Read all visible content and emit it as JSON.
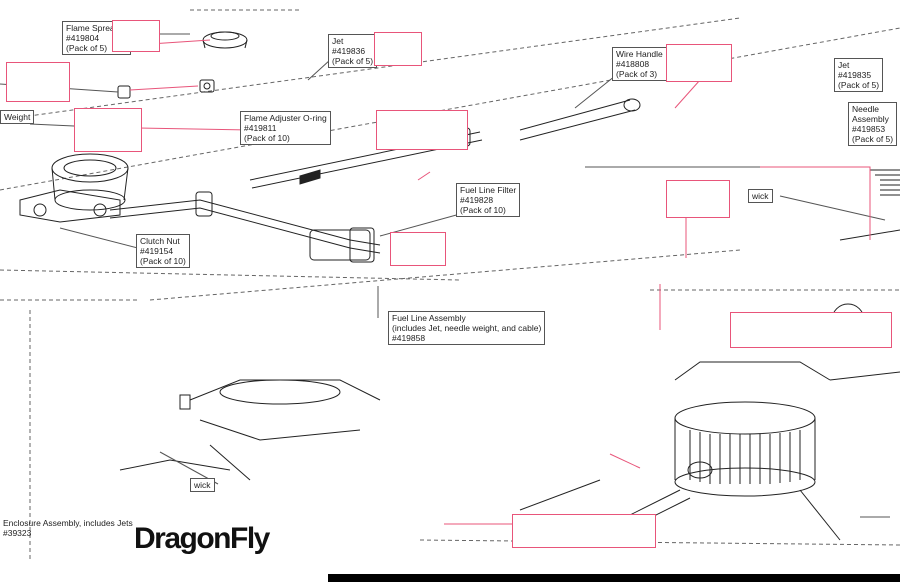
{
  "brand": {
    "logo_text": "DragonFly",
    "accent_color": "#e8557a"
  },
  "labels": {
    "flame_spreader": {
      "title": "Flame Spreader",
      "part": "#419804",
      "pack": "(Pack of 5)"
    },
    "jet_top": {
      "title": "Jet",
      "part": "#419836",
      "pack": "(Pack of 5)"
    },
    "wire_handle": {
      "title": "Wire Handle",
      "part": "#418808",
      "pack": "(Pack of 3)"
    },
    "jet_right": {
      "title": "Jet",
      "part": "#419835",
      "pack": "(Pack of 5)"
    },
    "needle": {
      "title": "Needle",
      "part": "Assembly",
      "part2": "#419853",
      "pack": "(Pack of 5)"
    },
    "weight": {
      "title": "Weight"
    },
    "flame_adjuster_oring": {
      "title": "Flame Adjuster O-ring",
      "part": "#419811",
      "pack": "(Pack of 10)"
    },
    "fuel_line_filter": {
      "title": "Fuel Line Filter",
      "part": "#419828",
      "pack": "(Pack of 10)"
    },
    "wick_right": {
      "title": "wick"
    },
    "clutch_nut": {
      "title": "Clutch Nut",
      "part": "#419154",
      "pack": "(Pack of 10)"
    },
    "fuel_line_assembly": {
      "title": "Fuel Line Assembly",
      "line2": "(includes Jet, needle weight, and cable)",
      "part": "#419858"
    },
    "wick_bottom": {
      "title": "wick"
    },
    "enclosure": {
      "title": "Enclosure Assembly, includes Jets",
      "part": "#39323"
    }
  }
}
